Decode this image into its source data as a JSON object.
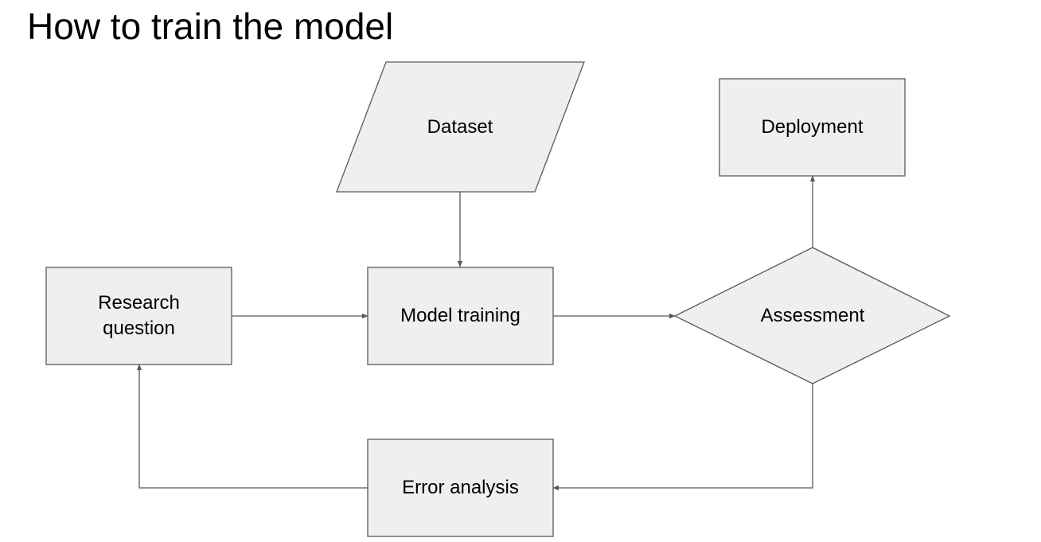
{
  "title": "How to train the model",
  "colors": {
    "node_fill": "#efefef",
    "node_stroke": "#595959",
    "edge": "#595959",
    "text": "#000000",
    "background": "#ffffff"
  },
  "nodes": {
    "dataset": {
      "label": "Dataset",
      "shape": "parallelogram"
    },
    "deployment": {
      "label": "Deployment",
      "shape": "rectangle"
    },
    "research_question": {
      "label": "Research\nquestion",
      "shape": "rectangle"
    },
    "model_training": {
      "label": "Model training",
      "shape": "rectangle"
    },
    "assessment": {
      "label": "Assessment",
      "shape": "diamond"
    },
    "error_analysis": {
      "label": "Error analysis",
      "shape": "rectangle"
    }
  },
  "edges": [
    {
      "from": "dataset",
      "to": "model_training"
    },
    {
      "from": "research_question",
      "to": "model_training"
    },
    {
      "from": "model_training",
      "to": "assessment"
    },
    {
      "from": "assessment",
      "to": "deployment"
    },
    {
      "from": "assessment",
      "to": "error_analysis"
    },
    {
      "from": "error_analysis",
      "to": "research_question"
    }
  ]
}
